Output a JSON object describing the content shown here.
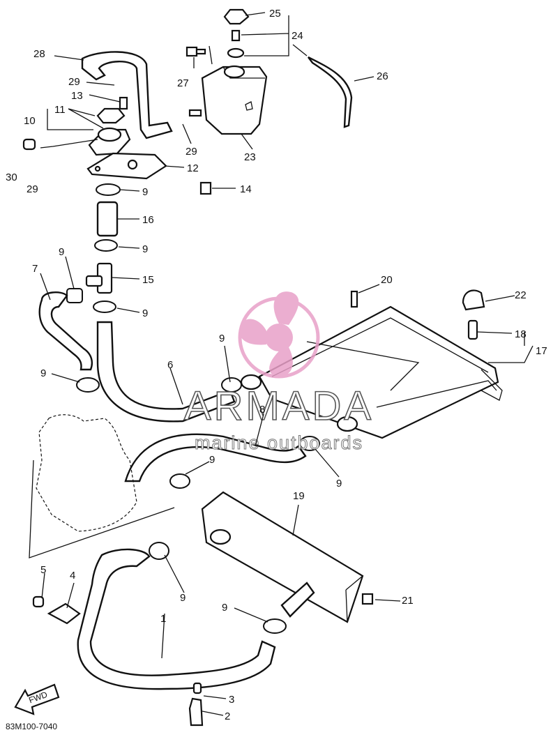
{
  "diagram": {
    "code": "83M100-7040",
    "fwd_label": "FWD",
    "watermark": {
      "brand": "ARMADA",
      "tagline": "marine outboards",
      "color": "#e8a0c8"
    },
    "callouts": {
      "c1": "1",
      "c2": "2",
      "c3": "3",
      "c4": "4",
      "c5": "5",
      "c6": "6",
      "c7": "7",
      "c8": "8",
      "c9a": "9",
      "c9b": "9",
      "c9c": "9",
      "c9d": "9",
      "c9e": "9",
      "c9f": "9",
      "c9g": "9",
      "c9h": "9",
      "c9i": "9",
      "c9j": "9",
      "c10": "10",
      "c11": "11",
      "c12": "12",
      "c13": "13",
      "c14": "14",
      "c15": "15",
      "c16": "16",
      "c17": "17",
      "c18": "18",
      "c19": "19",
      "c20": "20",
      "c21": "21",
      "c22": "22",
      "c23": "23",
      "c24": "24",
      "c25": "25",
      "c26": "26",
      "c27": "27",
      "c28": "28",
      "c29a": "29",
      "c29b": "29",
      "c29c": "29",
      "c30": "30"
    }
  }
}
